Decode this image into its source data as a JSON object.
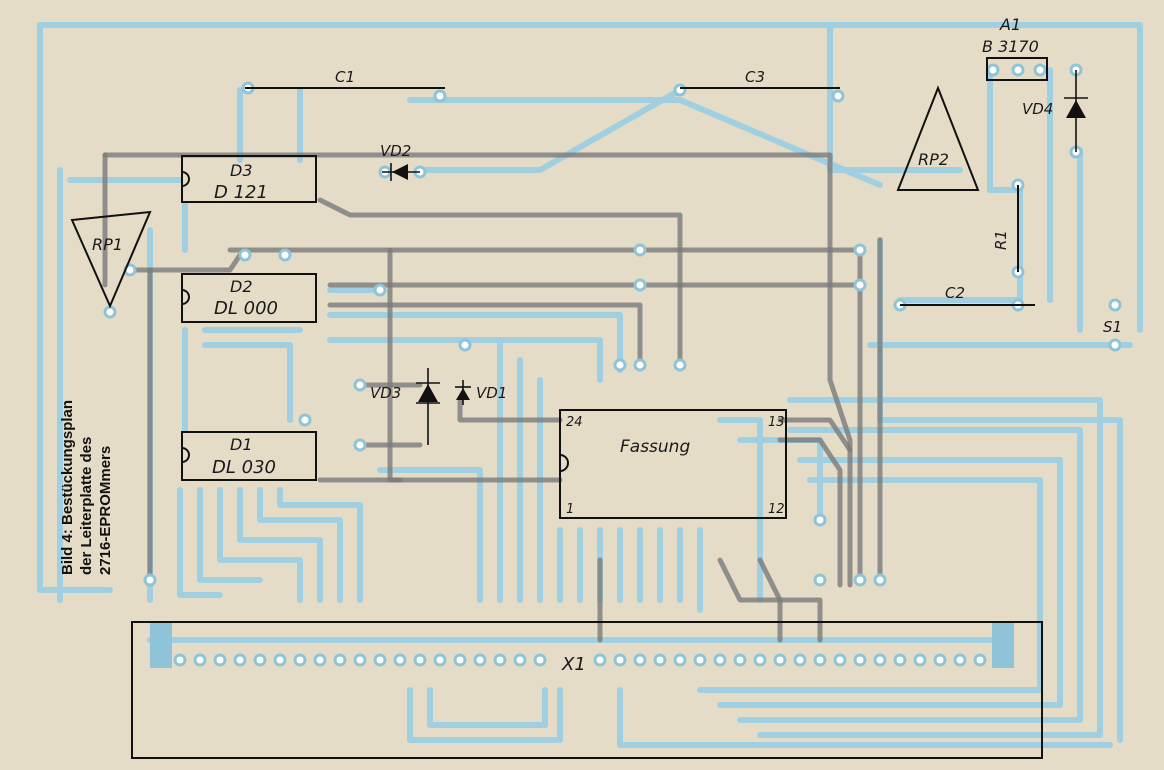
{
  "caption": {
    "line1": "Bild 4: Bestückungsplan",
    "line2": "der Leiterplatte des",
    "line3": "2716-EPROMmers"
  },
  "components": {
    "a1_ref": "A1",
    "a1_type": "B 3170",
    "vd4": "VD4",
    "rp2": "RP2",
    "r1": "R1",
    "c2": "C2",
    "s1": "S1",
    "c1": "C1",
    "c3": "C3",
    "vd2": "VD2",
    "d3_ref": "D3",
    "d3_type": "D 121",
    "rp1": "RP1",
    "d2_ref": "D2",
    "d2_type": "DL 000",
    "d1_ref": "D1",
    "d1_type": "DL 030",
    "vd3": "VD3",
    "vd1": "VD1",
    "socket_name": "Fassung",
    "socket_pin24": "24",
    "socket_pin13": "13",
    "socket_pin1": "1",
    "socket_pin12": "12",
    "x1": "X1"
  },
  "colors": {
    "paper": "#e4dcc6",
    "track_copper": "#9fcfe0",
    "track_top": "#7b7b7b",
    "outline": "#111111"
  }
}
